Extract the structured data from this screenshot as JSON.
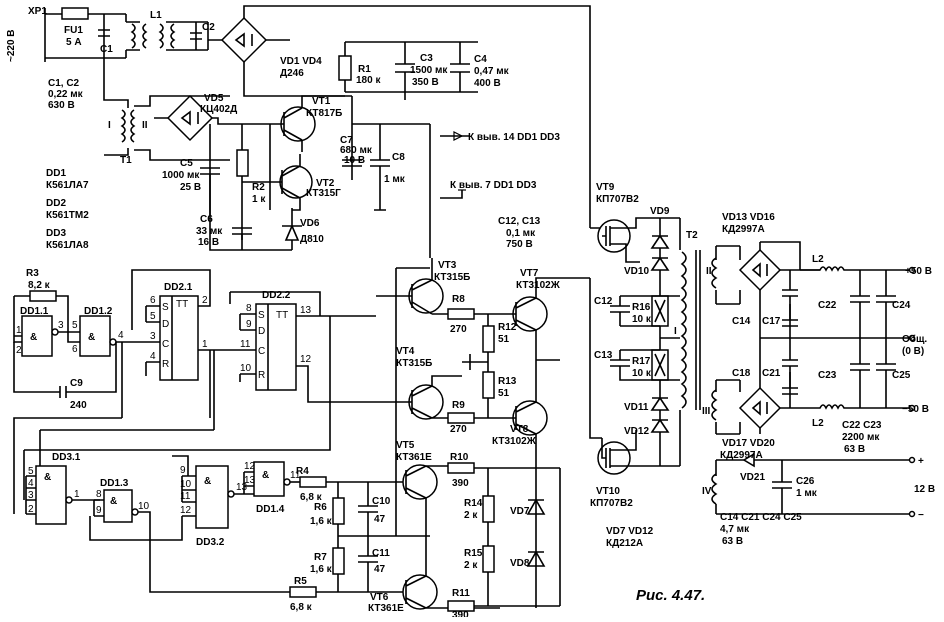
{
  "figure": {
    "caption": "Рис. 4.47."
  },
  "supply": {
    "connector": "XP1",
    "voltage": "~220 В",
    "fuse_ref": "FU1",
    "fuse_val": "5 А",
    "choke": "L1",
    "c1_ref": "C1",
    "c2_ref": "C2",
    "c12_title": "C1, C2",
    "c12_val1": "0,22 мк",
    "c12_val2": "630 В",
    "bridge_ref": "VD1   VD4",
    "bridge_type": "Д246",
    "r1_ref": "R1",
    "r1_val": "180 к",
    "c3_ref": "C3",
    "c3_val1": "1500 мк",
    "c3_val2": "350 В",
    "c4_ref": "C4",
    "c4_val1": "0,47 мк",
    "c4_val2": "400 В"
  },
  "aux": {
    "t1_ref": "T1",
    "t1_w1": "I",
    "t1_w2": "II",
    "vd5_ref": "VD5",
    "vd5_type": "КЦ402Д",
    "vt1_ref": "VT1",
    "vt1_type": "КТ817Б",
    "vt2_ref": "VT2",
    "vt2_type": "КТ315Г",
    "c5_ref": "C5",
    "c5_val1": "1000 мк",
    "c5_val2": "25 В",
    "r2_ref": "R2",
    "r2_val": "1 к",
    "c6_ref": "C6",
    "c6_val1": "33 мк",
    "c6_val2": "16 В",
    "vd6_ref": "VD6",
    "vd6_type": "Д810",
    "c7_ref": "C7",
    "c7_val1": "680 мк",
    "c7_val2": "10 В",
    "c8_ref": "C8",
    "c8_val": "1 мк",
    "to14": "К выв. 14 DD1   DD3",
    "to7": "К выв. 7 DD1   DD3",
    "c1213_title": "C12, C13",
    "c1213_val1": "0,1 мк",
    "c1213_val2": "750 В"
  },
  "ics": {
    "dd1": "DD1",
    "dd1_type": "К561ЛА7",
    "dd2": "DD2",
    "dd2_type": "К561ТМ2",
    "dd3": "DD3",
    "dd3_type": "К561ЛА8"
  },
  "logic": {
    "r3_ref": "R3",
    "r3_val": "8,2 к",
    "dd11": "DD1.1",
    "dd12": "DD1.2",
    "dd13": "DD1.3",
    "dd14": "DD1.4",
    "dd21": "DD2.1",
    "dd22": "DD2.2",
    "dd31": "DD3.1",
    "dd32": "DD3.2",
    "c9_ref": "C9",
    "c9_val": "240",
    "amp": "&",
    "tt": "TT",
    "s": "S",
    "d": "D",
    "c": "C",
    "r": "R",
    "p1": "1",
    "p2": "2",
    "p3": "3",
    "p4": "4",
    "p5": "5",
    "p6": "6",
    "p8": "8",
    "p9": "9",
    "p10": "10",
    "p11": "11",
    "p12": "12",
    "p13": "13"
  },
  "drivers": {
    "vt3_ref": "VT3",
    "vt3_type": "КТ315Б",
    "vt4_ref": "VT4",
    "vt4_type": "КТ315Б",
    "vt5_ref": "VT5",
    "vt5_type": "КТ361Е",
    "vt6_ref": "VT6",
    "vt6_type": "КТ361Е",
    "vt7_ref": "VT7",
    "vt7_type": "КТ3102Ж",
    "vt8_ref": "VT8",
    "vt8_type": "КТ3102Ж",
    "r4_ref": "R4",
    "r4_val": "6,8 к",
    "r5_ref": "R5",
    "r5_val": "6,8 к",
    "r6_ref": "R6",
    "r6_val": "1,6 к",
    "r7_ref": "R7",
    "r7_val": "1,6 к",
    "r8_ref": "R8",
    "r8_val": "270",
    "r9_ref": "R9",
    "r9_val": "270",
    "r10_ref": "R10",
    "r10_val": "390",
    "r11_ref": "R11",
    "r11_val": "390",
    "r12_ref": "R12",
    "r12_val": "51",
    "r13_ref": "R13",
    "r13_val": "51",
    "r14_ref": "R14",
    "r14_val": "2 к",
    "r15_ref": "R15",
    "r15_val": "2 к",
    "c10_ref": "C10",
    "c10_val": "47",
    "c11_ref": "C11",
    "c11_val": "47",
    "vd7": "VD7",
    "vd8": "VD8"
  },
  "power": {
    "vt9_ref": "VT9",
    "vt9_type": "КП707В2",
    "vt10_ref": "VT10",
    "vt10_type": "КП707В2",
    "vd9": "VD9",
    "vd10": "VD10",
    "vd11": "VD11",
    "vd12": "VD12",
    "r16_ref": "R16",
    "r16_val": "10 к",
    "r17_ref": "R17",
    "r17_val": "10 к",
    "c12_ref": "C12",
    "c13_ref": "C13",
    "t2_ref": "T2",
    "t2_w1": "I",
    "vd712": "VD7   VD12",
    "vd712_type": "КД212А"
  },
  "output": {
    "w2": "II",
    "w3": "III",
    "w4": "IV",
    "vd1316": "VD13   VD16",
    "vd1316_type": "КД2997А",
    "vd1720": "VD17   VD20",
    "vd1720_type": "КД2997А",
    "l2": "L2",
    "c14": "C14",
    "c17": "C17",
    "c18": "C18",
    "c21": "C21",
    "c22": "C22",
    "c23": "C23",
    "c24": "C24",
    "c25": "C25",
    "vd21": "VD21",
    "c26_ref": "C26",
    "c26_val": "1 мк",
    "out_p50": "+50 В",
    "out_com": "Общ.",
    "out_0v": "(0 В)",
    "out_m50": "−50 В",
    "out_p": "+",
    "out_m": "−",
    "out_12": "12 В",
    "c2223_title": "C22  C23",
    "c2223_val1": "2200 мк",
    "c2223_val2": "63 В",
    "c14_title": "C14   C21   C24   C25",
    "c14_val1": "4,7 мк",
    "c14_val2": "63 В"
  }
}
